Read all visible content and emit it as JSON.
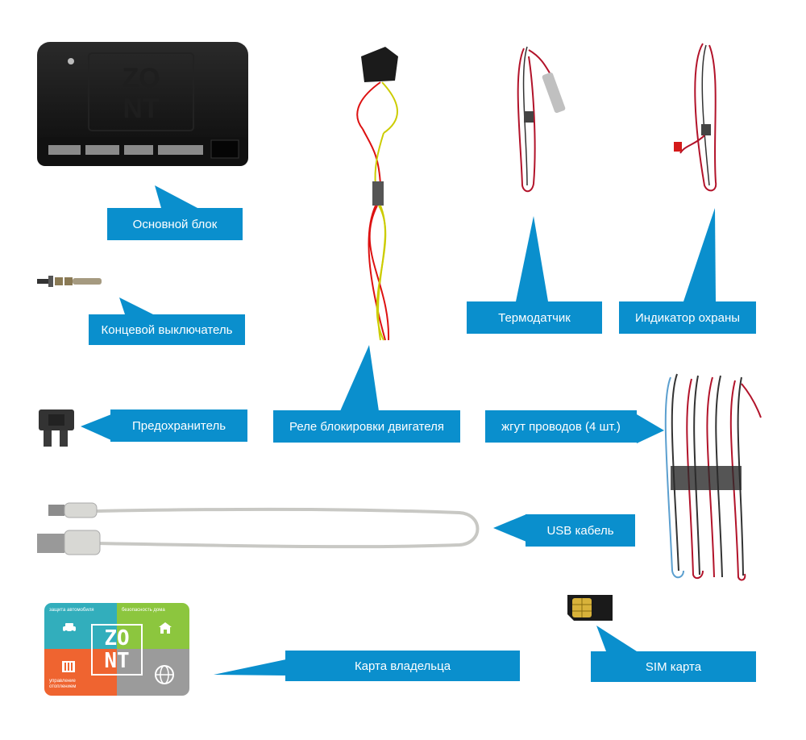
{
  "labels": {
    "main_unit": "Основной блок",
    "limit_switch": "Концевой выключатель",
    "fuse": "Предохранитель",
    "engine_relay": "Реле блокировки двигателя",
    "temp_sensor": "Термодатчик",
    "alarm_indicator": "Индикатор охраны",
    "wire_harness": "жгут проводов (4 шт.)",
    "usb_cable": "USB кабель",
    "owner_card": "Карта владельца",
    "sim_card": "SIM карта"
  },
  "card": {
    "q1": "защита автомобиля",
    "q2": "безопасность дома",
    "q3": "управление отоплением",
    "logo_line1": "ZO",
    "logo_line2": "NT",
    "colors": {
      "q1": "#32aebc",
      "q2": "#8cc63e",
      "q3": "#ef6430",
      "q4": "#9b9b9b"
    }
  },
  "device": {
    "logo": "ZONT"
  },
  "colors": {
    "label_bg": "#0a8fcd",
    "label_text": "#ffffff"
  }
}
